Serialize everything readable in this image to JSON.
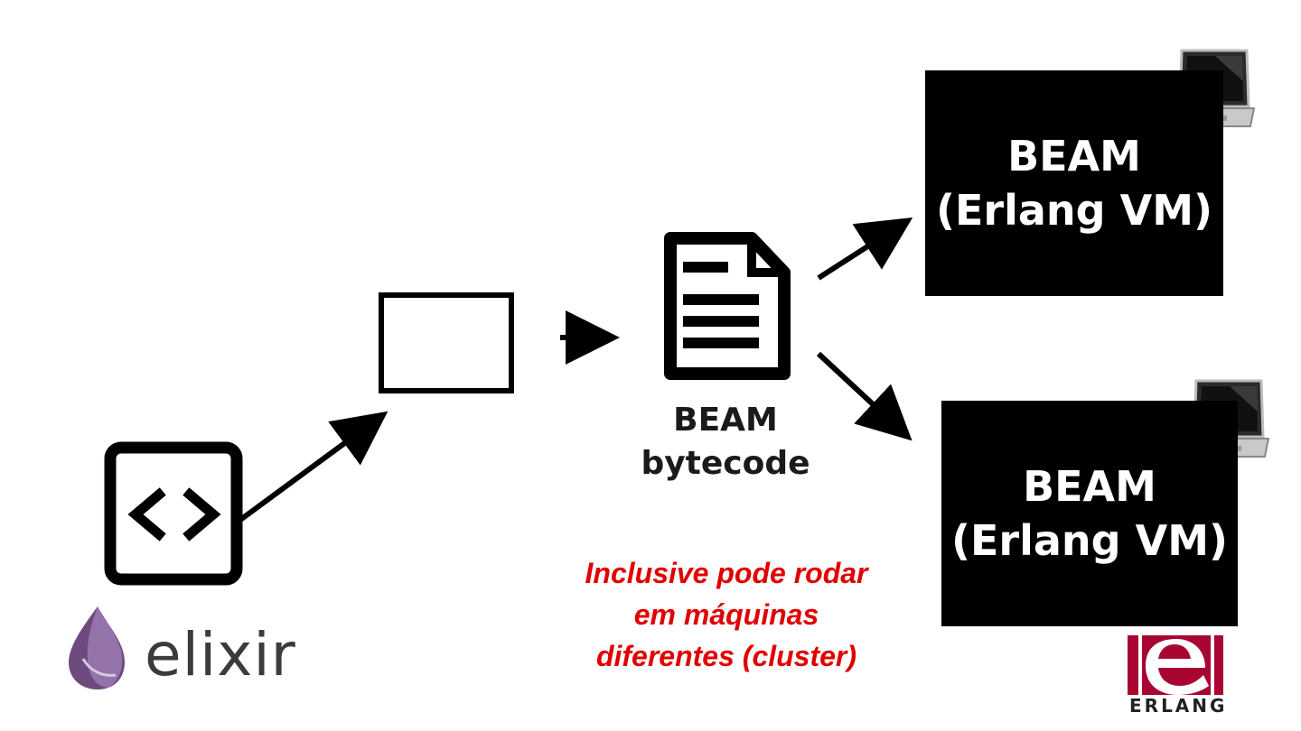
{
  "bytecode": {
    "line1": "BEAM",
    "line2": "bytecode"
  },
  "vm_top": {
    "line1": "BEAM",
    "line2": "(Erlang VM)"
  },
  "vm_bottom": {
    "line1": "BEAM",
    "line2": "(Erlang VM)"
  },
  "note": {
    "line1": "Inclusive pode rodar",
    "line2": "em máquinas",
    "line3": "diferentes (cluster)",
    "color": "#e00000"
  },
  "logos": {
    "elixir_text": "elixir",
    "erlang_text": "ERLANG",
    "erlang_color": "#a90533"
  },
  "icons": [
    "code-icon",
    "document-icon",
    "laptop-icon",
    "elixir-drop-logo",
    "erlang-logo"
  ]
}
